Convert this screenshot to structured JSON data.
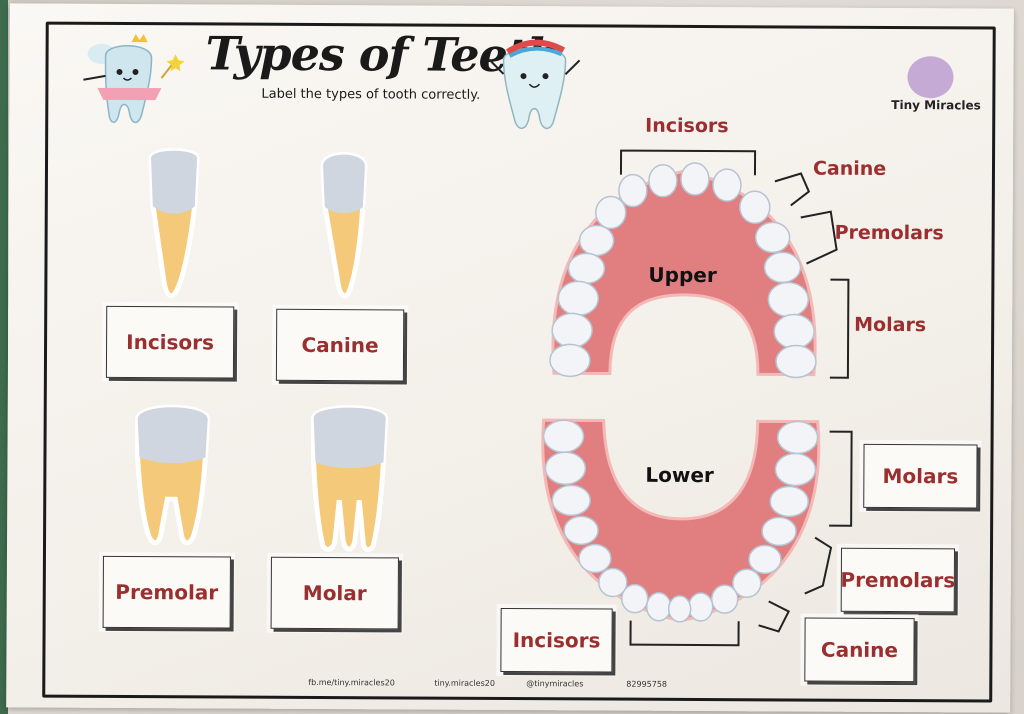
{
  "worksheet": {
    "title": "Types of Teeth",
    "subtitle": "Label the types of tooth correctly.",
    "brand": "Tiny Miracles"
  },
  "cards": {
    "incisors": "Incisors",
    "canine": "Canine",
    "premolar": "Premolar",
    "molar": "Molar"
  },
  "diagram": {
    "upper": "Upper",
    "lower": "Lower",
    "upper_labels": {
      "incisors": "Incisors",
      "canine": "Canine",
      "premolars": "Premolars",
      "molars": "Molars"
    },
    "lower_labels": {
      "molars": "Molars",
      "premolars": "Premolars",
      "canine": "Canine",
      "incisors": "Incisors"
    }
  },
  "footer": {
    "facebook": "fb.me/tiny.miracles20",
    "instagram": "tiny.miracles20",
    "carousell": "@tinymiracles",
    "whatsapp": "82995758"
  },
  "colors": {
    "label_red": "#9b2f2f",
    "gum": "#e38a8a",
    "enamel": "#cfd6e0",
    "root": "#f3c77e"
  }
}
